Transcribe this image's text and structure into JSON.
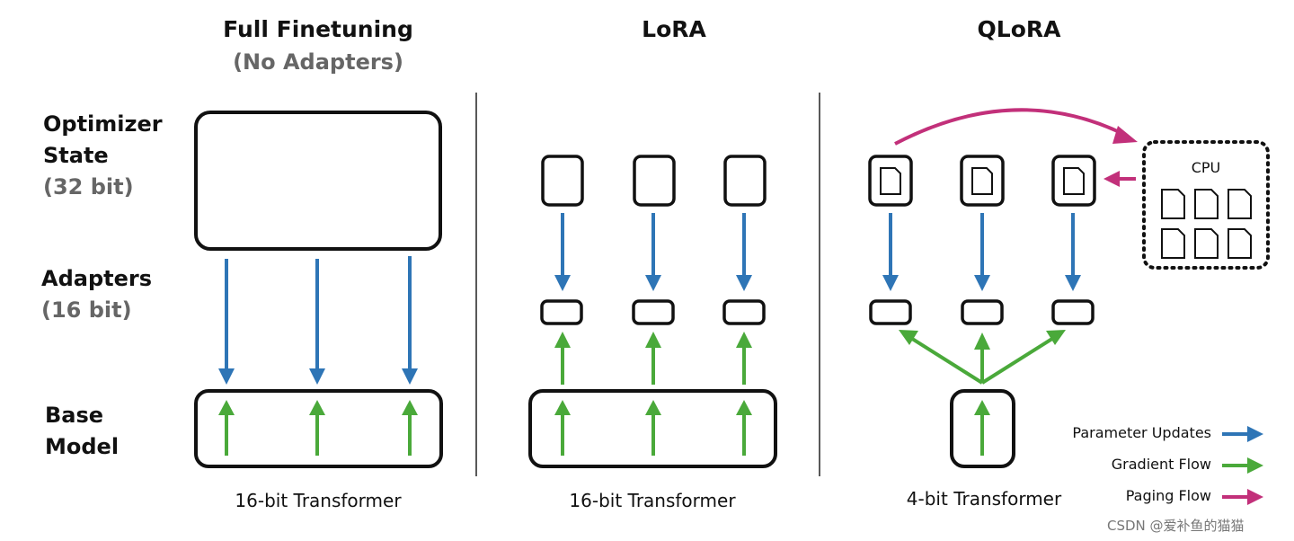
{
  "columns": {
    "full": {
      "title": "Full Finetuning",
      "subtitle": "(No Adapters)",
      "caption": "16-bit Transformer"
    },
    "lora": {
      "title": "LoRA",
      "caption": "16-bit Transformer"
    },
    "qlora": {
      "title": "QLoRA",
      "caption": "4-bit Transformer",
      "cpu_label": "CPU"
    }
  },
  "row_labels": {
    "optimizer": {
      "line1": "Optimizer",
      "line2": "State",
      "line3": "(32 bit)"
    },
    "adapters": {
      "line1": "Adapters",
      "line2": "(16 bit)"
    },
    "base": {
      "line1": "Base",
      "line2": "Model"
    }
  },
  "legend": [
    {
      "label": "Parameter Updates",
      "color": "#2e75b6"
    },
    {
      "label": "Gradient Flow",
      "color": "#4aa93a"
    },
    {
      "label": "Paging Flow",
      "color": "#c2307a"
    }
  ],
  "colors": {
    "blue": "#2e75b6",
    "green": "#4aa93a",
    "magenta": "#c2307a",
    "stroke": "#111111"
  },
  "watermark": "CSDN @爱补鱼的猫猫"
}
